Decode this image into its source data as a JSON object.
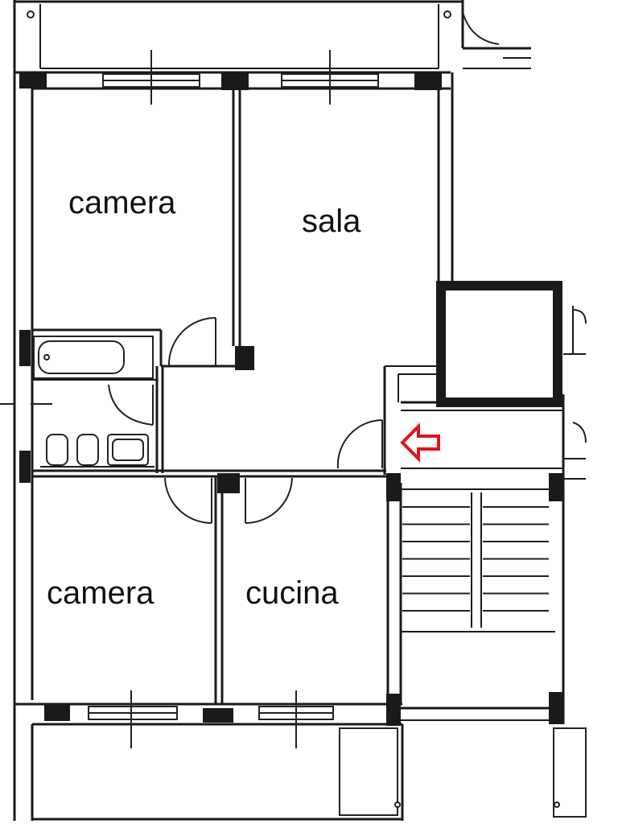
{
  "plan": {
    "rooms": [
      {
        "key": "camera_top",
        "label": "camera"
      },
      {
        "key": "sala",
        "label": "sala"
      },
      {
        "key": "camera_bottom",
        "label": "camera"
      },
      {
        "key": "cucina",
        "label": "cucina"
      }
    ],
    "entrance_marker_color": "#e0141c",
    "icons": [
      "entrance-arrow-icon",
      "door-swing-icon",
      "bathtub-icon",
      "toilet-icon",
      "bidet-icon",
      "sink-icon",
      "window-icon",
      "stair-flight-icon"
    ]
  }
}
